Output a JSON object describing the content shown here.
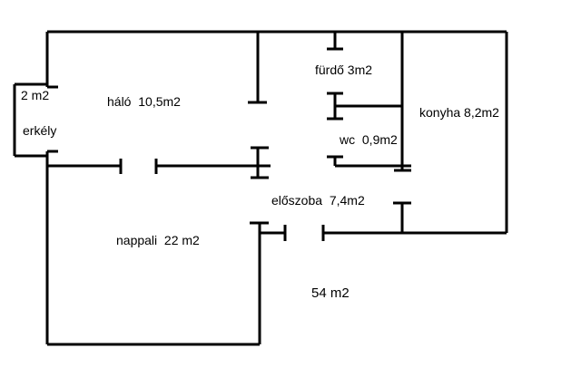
{
  "rooms": {
    "balcony_area": "2 m2",
    "balcony": "erkély",
    "bedroom": "háló  10,5m2",
    "bathroom": "fürdő 3m2",
    "kitchen": "konyha 8,2m2",
    "wc": "wc  0,9m2",
    "hall": "előszoba  7,4m2",
    "living": "nappali  22 m2"
  },
  "total_area": "54 m2"
}
